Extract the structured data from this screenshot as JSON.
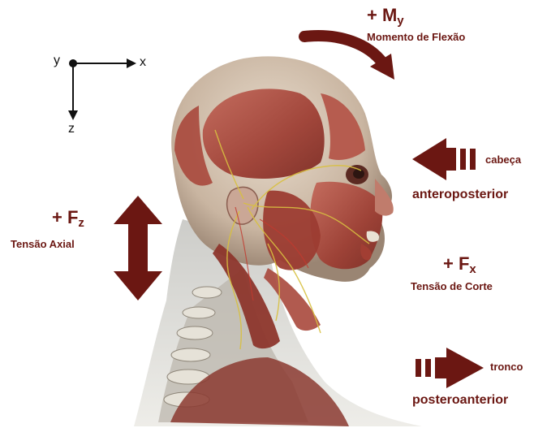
{
  "axes": {
    "x_label": "x",
    "y_label": "y",
    "z_label": "z"
  },
  "moment_y": {
    "sign_symbol": "+ M",
    "subscript": "y",
    "caption": "Momento de Flexão"
  },
  "force_z": {
    "sign_symbol": "+ F",
    "subscript": "z",
    "caption": "Tensão Axial"
  },
  "force_x": {
    "sign_symbol": "+ F",
    "subscript": "x",
    "caption": "Tensão de Corte"
  },
  "head_arrow": {
    "tag": "cabeça",
    "direction": "anteroposterior"
  },
  "trunk_arrow": {
    "tag": "tronco",
    "direction": "posteroanterior"
  },
  "colors": {
    "arrow": "#6b1712",
    "muscle": "#a84a3e",
    "skin": "#d9c3b0",
    "nerve": "#d8c040"
  }
}
